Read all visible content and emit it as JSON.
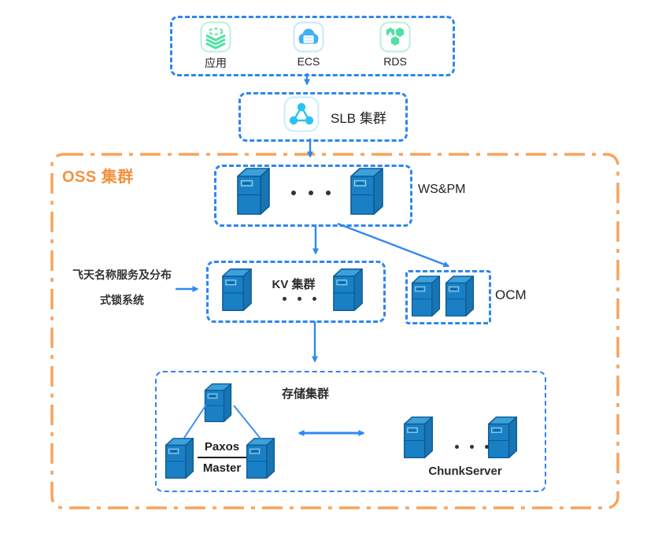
{
  "colors": {
    "dash_blue": "#2d86f1",
    "arrow_blue": "#2f88f2",
    "oss_border_orange": "#f8a45c",
    "oss_label_orange": "#f2913d",
    "server_front": "#1a80c5",
    "server_top": "#3da0dc",
    "server_side": "#1974b2",
    "icon_green": "#52dfa7",
    "icon_cyan": "#29c3f3",
    "icon_cloud_blue": "#41b1f4",
    "text_dark": "#333333"
  },
  "top_group": {
    "items": [
      {
        "label": "应用"
      },
      {
        "label": "ECS"
      },
      {
        "label": "RDS"
      }
    ]
  },
  "slb": {
    "label": "SLB 集群"
  },
  "oss": {
    "label": "OSS 集群"
  },
  "wspm": {
    "label": "WS&PM"
  },
  "left_note": {
    "line1": "飞天名称服务及分布",
    "line2": "式锁系统"
  },
  "kv": {
    "label": "KV 集群"
  },
  "ocm": {
    "label": "OCM"
  },
  "storage": {
    "label": "存储集群",
    "paxos": "Paxos",
    "master": "Master",
    "chunkserver": "ChunkServer"
  }
}
